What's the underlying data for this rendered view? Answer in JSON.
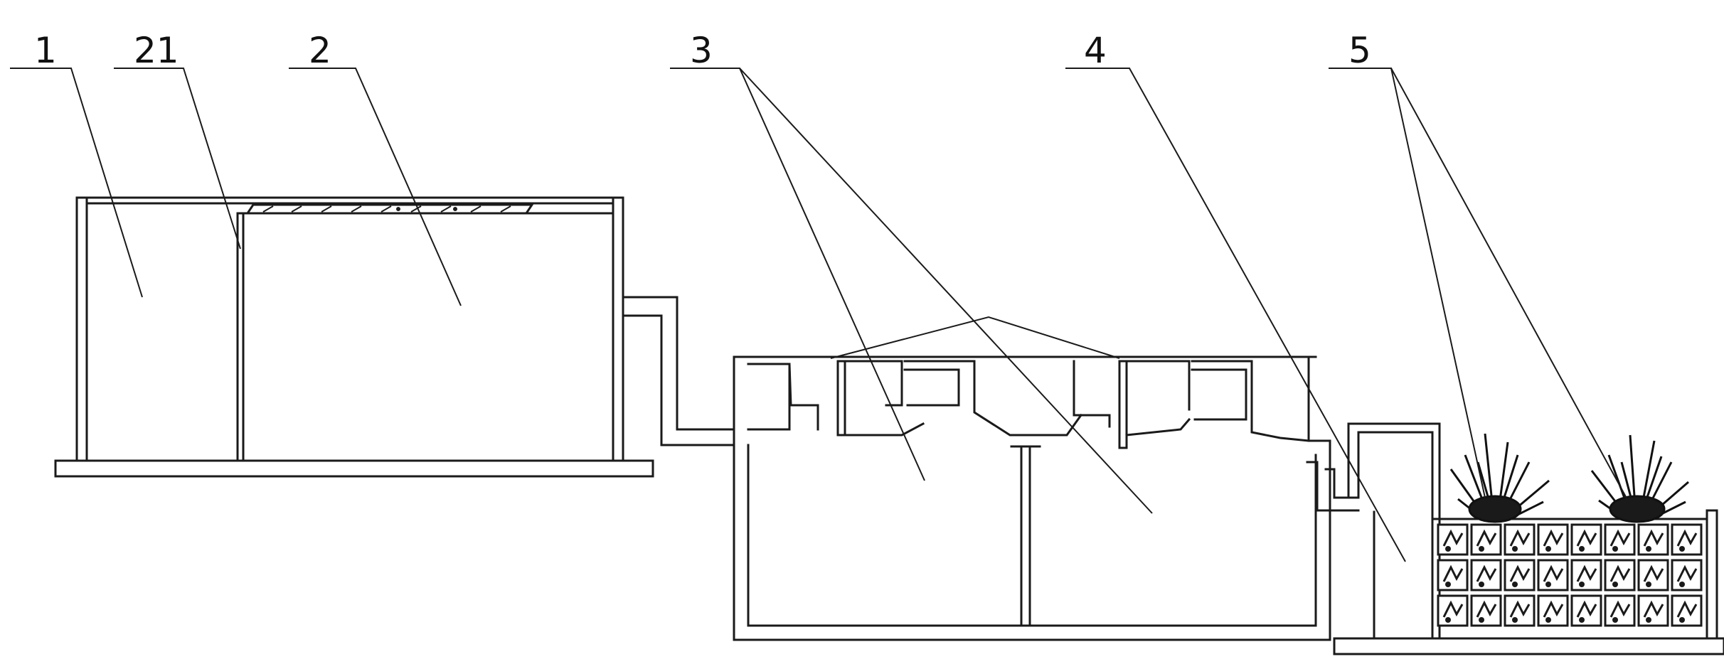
{
  "labels": {
    "tank_1": "1",
    "partition_21": "21",
    "tank_2": "2",
    "unit_3": "3",
    "unit_4": "4",
    "unit_5": "5"
  },
  "colors": {
    "line": "#1a1a1a",
    "background": "#ffffff"
  }
}
